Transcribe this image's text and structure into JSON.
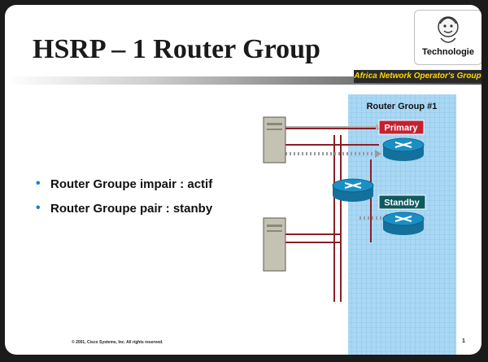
{
  "slide": {
    "title": "HSRP – 1 Router Group",
    "logo_label": "Technologie",
    "org_banner": "Africa Network Operator's Group",
    "bullets": [
      "Router Groupe impair : actif",
      "Router Groupe pair : stanby"
    ],
    "copyright": "© 2001, Cisco Systems, Inc. All rights reserved.",
    "page_number": "1"
  },
  "diagram": {
    "group_label": "Router Group #1",
    "primary_label": "Primary",
    "standby_label": "Standby",
    "colors": {
      "group_fill": "#a9d8f5",
      "grid": "#7eb6d8",
      "primary_tag": "#c62030",
      "standby_tag": "#0f5a5e",
      "link": "#8a1f25",
      "router": "#1a8fc4"
    }
  }
}
